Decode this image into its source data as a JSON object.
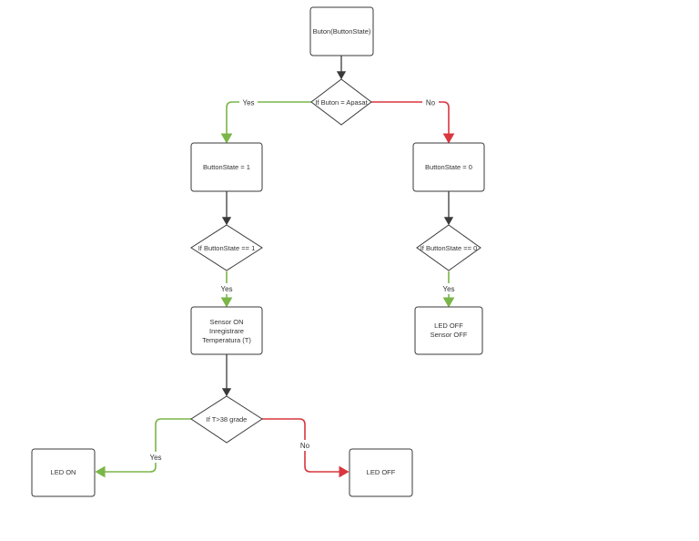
{
  "colors": {
    "yes": "#7ab648",
    "no": "#d9363e",
    "line": "#3a3a3a",
    "shape_stroke": "#3a3a3a"
  },
  "nodes": {
    "start": "Buton(ButtonState)",
    "decision_buton": "If Buton = Apasat",
    "state1": "ButtonState = 1",
    "state0": "ButtonState = 0",
    "decision_state1": "If ButtonState == 1",
    "decision_state0": "If ButtonState == 0",
    "sensor_on": [
      "Sensor ON",
      "Inregistrare",
      "Temperatura (T)"
    ],
    "led_off_sensor_off": [
      "LED OFF",
      "Sensor OFF"
    ],
    "decision_temp": "If T>38 grade",
    "led_on": "LED ON",
    "led_off": "LED OFF"
  },
  "edge_labels": {
    "buton_yes": "Yes",
    "buton_no": "No",
    "state1_yes": "Yes",
    "state0_yes": "Yes",
    "temp_yes": "Yes",
    "temp_no": "No"
  }
}
